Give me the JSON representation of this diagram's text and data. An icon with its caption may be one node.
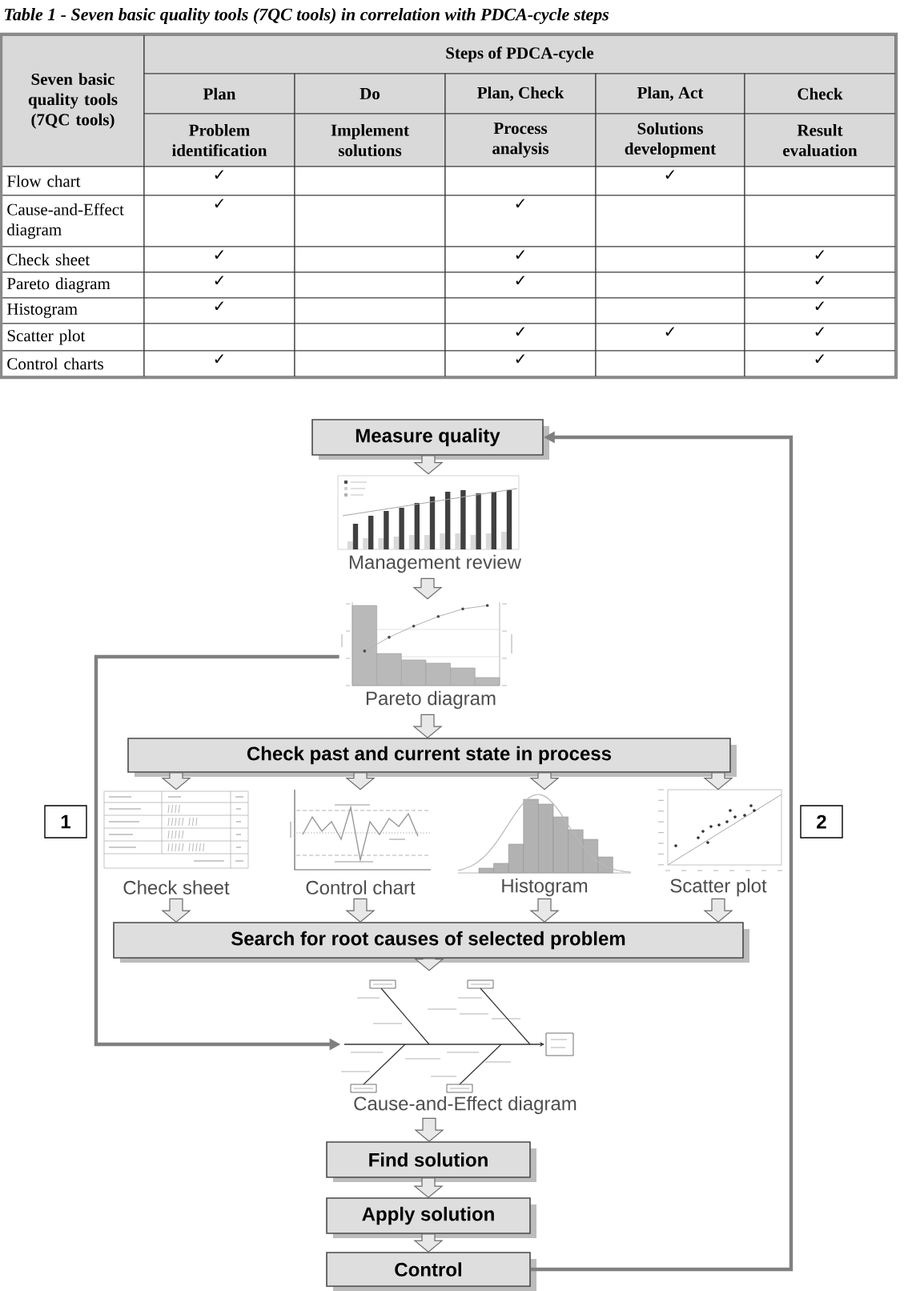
{
  "diagram": {
    "title": "Table 1 - Seven basic quality tools (7QC tools) in correlation with PDCA-cycle steps",
    "nodes": [
      {
        "text": [
          "Measure quality"
        ]
      },
      {
        "text": [],
        "shape": "picture",
        "beside": [
          "Management review"
        ]
      },
      {
        "text": [],
        "shape": "picture",
        "beside": [
          "Pareto diagram"
        ]
      },
      {
        "text": [
          "Check past and current state in process"
        ]
      },
      {
        "text": [],
        "shape": "picture",
        "beside": [
          "Check sheet"
        ]
      },
      {
        "text": [
          "Control chart"
        ]
      },
      {
        "text": [],
        "shape": "picture",
        "beside": [
          "Histogram"
        ]
      },
      {
        "text": [],
        "shape": "picture",
        "beside": [
          "Scatter plot"
        ]
      },
      {
        "text": [
          "Search for root causes of selected problem"
        ]
      },
      {
        "text": [],
        "shape": "picture",
        "beside": [
          "Cause-and-Effect diagram"
        ]
      },
      {
        "text": [
          "Find solution"
        ]
      },
      {
        "text": [
          "Apply solution"
        ]
      },
      {
        "text": [
          "Control"
        ]
      }
    ],
    "edges": [
      {
        "from": 0,
        "to": 1,
        "arrow": "to"
      },
      {
        "from": 1,
        "to": 2,
        "arrow": "to"
      },
      {
        "from": 2,
        "to": 3,
        "arrow": "to"
      },
      {
        "from": 3,
        "to": 4,
        "arrow": "to"
      },
      {
        "from": 3,
        "to": 5,
        "arrow": "to"
      },
      {
        "from": 3,
        "to": 6,
        "arrow": "to"
      },
      {
        "from": 3,
        "to": 7,
        "arrow": "to"
      },
      {
        "from": 4,
        "to": 8,
        "arrow": "to"
      },
      {
        "from": 5,
        "to": 8,
        "arrow": "to"
      },
      {
        "from": 6,
        "to": 8,
        "arrow": "to"
      },
      {
        "from": 7,
        "to": 8,
        "arrow": "to"
      },
      {
        "from": 8,
        "to": 9,
        "arrow": "to"
      },
      {
        "from": 9,
        "to": 10,
        "arrow": "to"
      },
      {
        "from": 10,
        "to": 11,
        "arrow": "to"
      },
      {
        "from": 11,
        "to": 12,
        "arrow": "to"
      },
      {
        "from": 2,
        "to": 9,
        "arrow": "to",
        "label": "1",
        "color": "#808080"
      },
      {
        "from": 12,
        "to": 0,
        "arrow": "to",
        "label": "2",
        "color": "#808080"
      }
    ],
    "labels": [
      "Seven basic quality tools (7QC tools)",
      "Steps of PDCA-cycle",
      "Plan",
      "Do",
      "Plan, Check",
      "Plan, Act",
      "Check",
      "Problem identification",
      "Implement solutions",
      "Process analysis",
      "Solutions development",
      "Result evaluation",
      "Flow chart",
      "✓",
      "✓",
      "Cause-and-Effect diagram",
      "✓",
      "✓",
      "Check sheet",
      "✓",
      "✓",
      "✓",
      "Pareto diagram",
      "✓",
      "✓",
      "✓",
      "Histogram",
      "✓",
      "✓",
      "Scatter plot",
      "✓",
      "✓",
      "✓",
      "Control charts",
      "✓",
      "✓",
      "✓"
    ]
  }
}
